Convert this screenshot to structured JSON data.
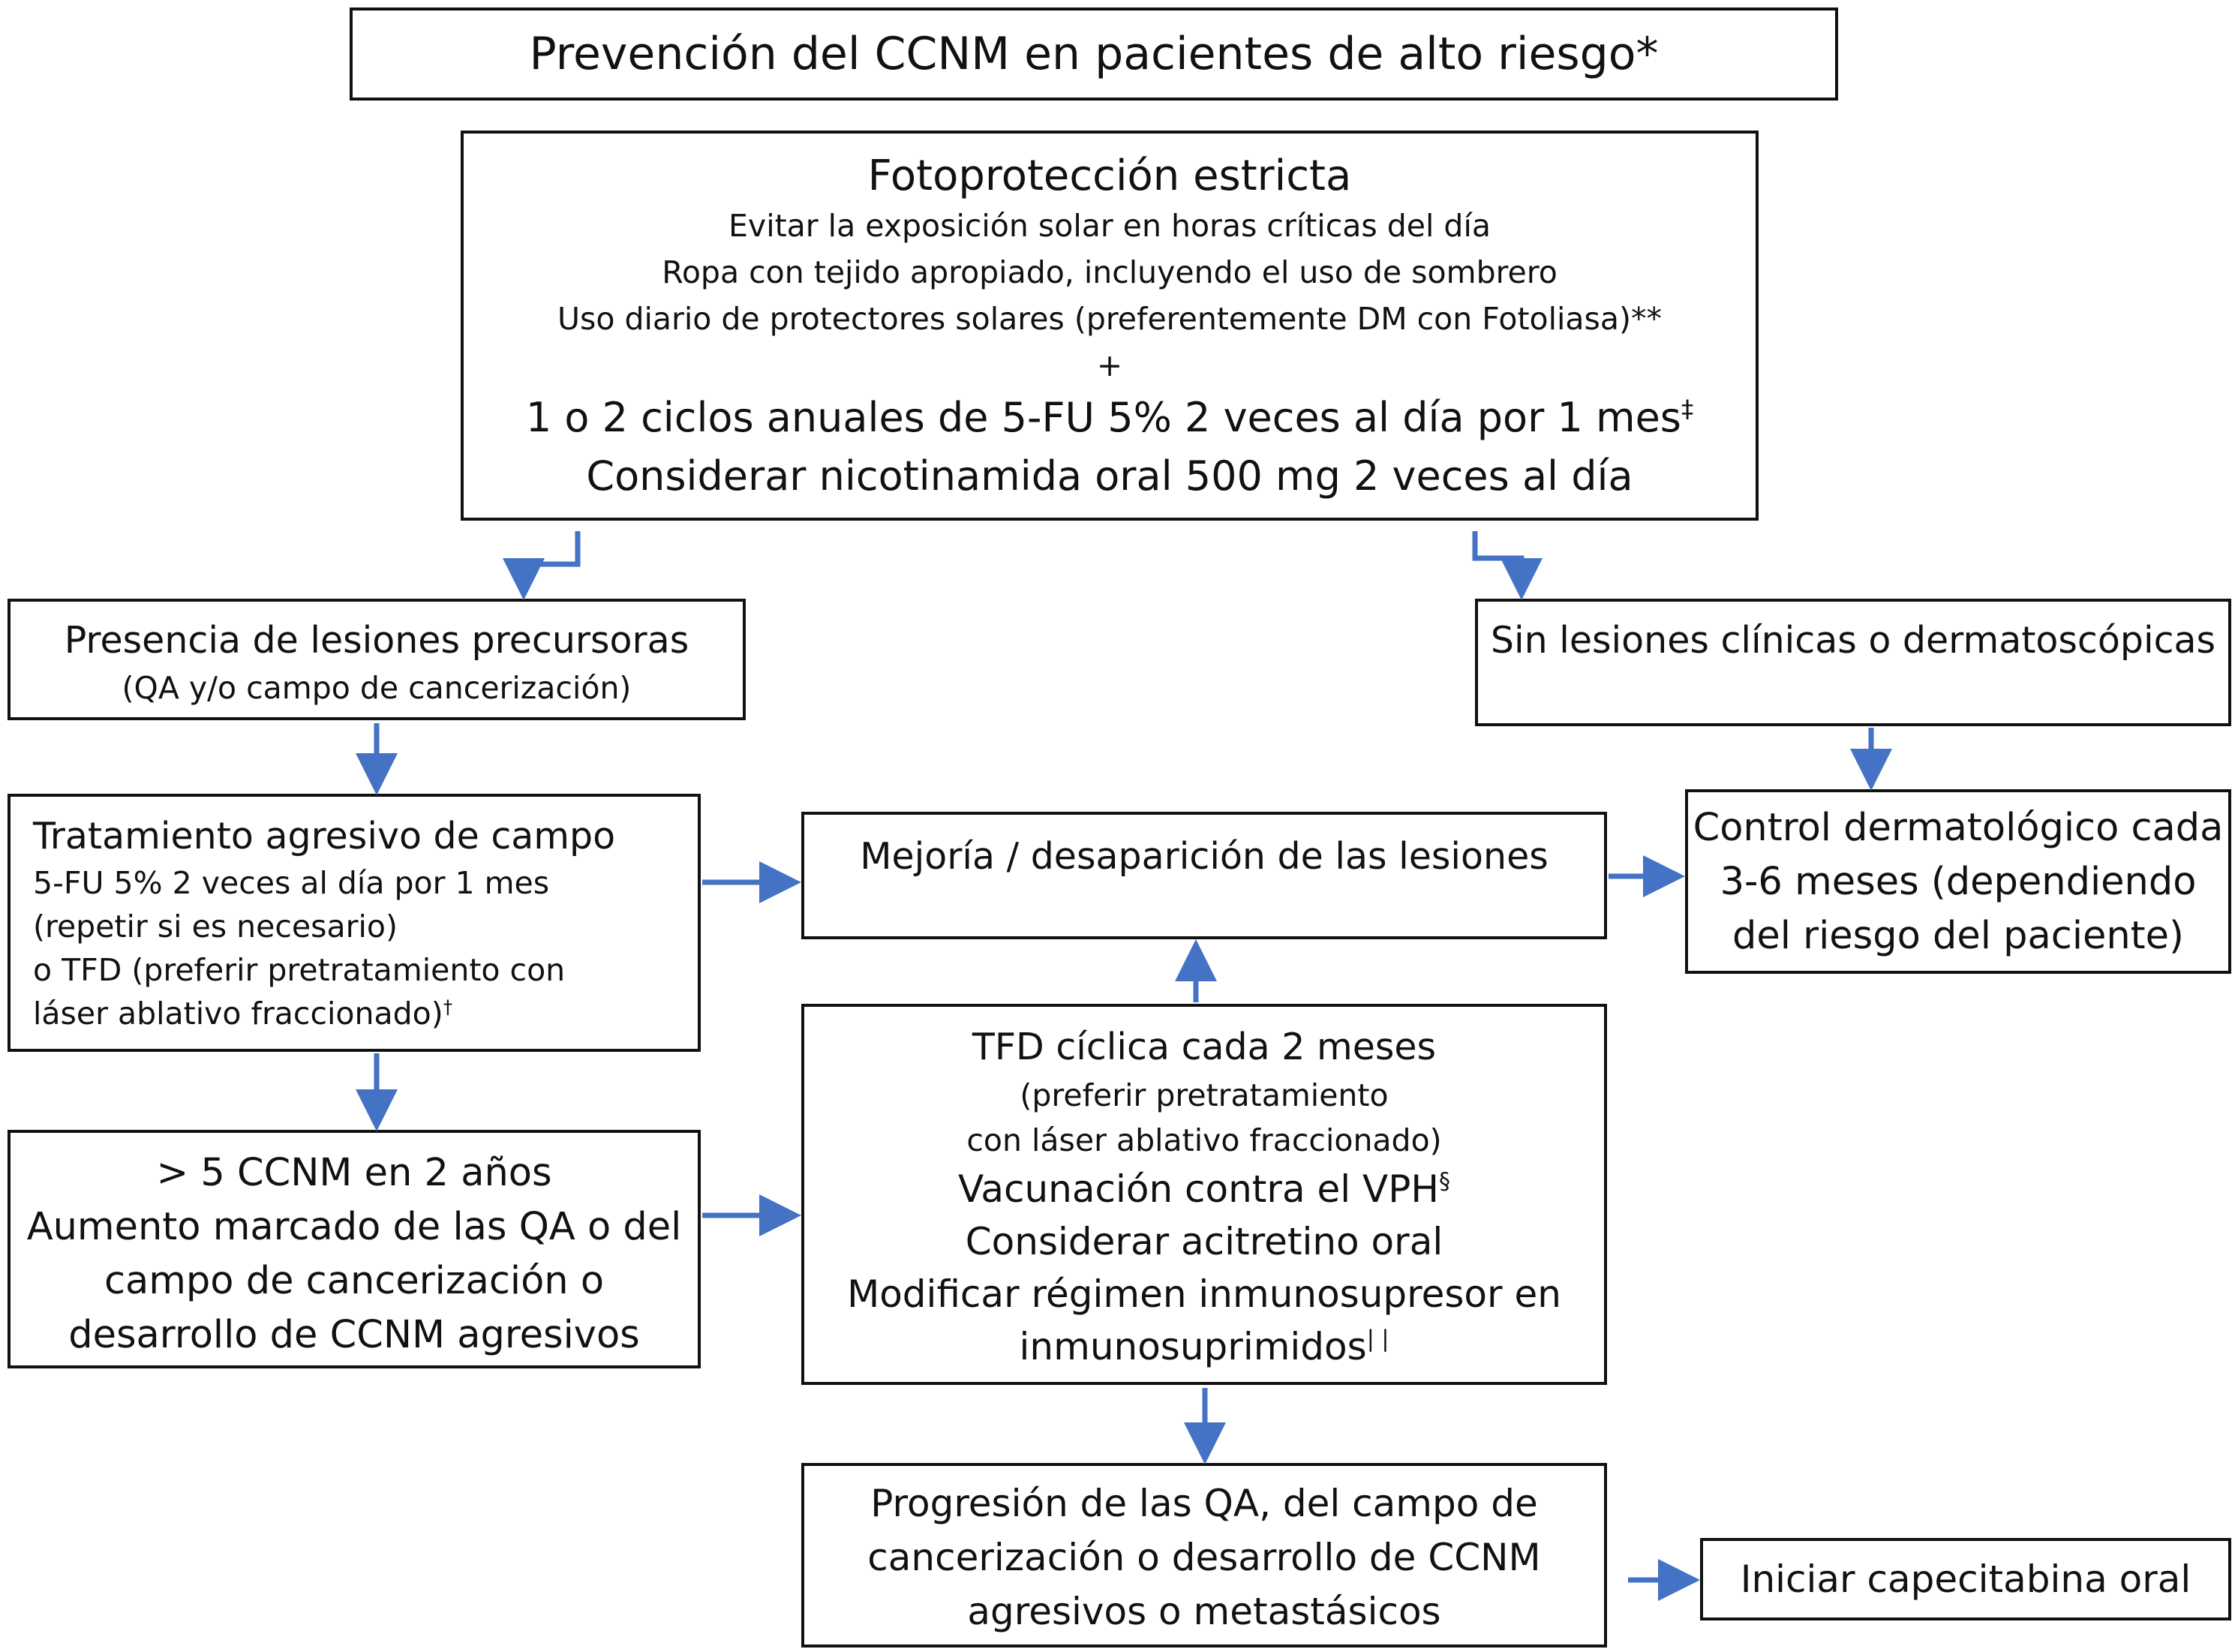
{
  "colors": {
    "arrow": "#4472c4",
    "border": "#111111",
    "text": "#111111"
  },
  "title": "Prevención del CCNM en pacientes de alto riesgo*",
  "photoprotection": {
    "heading": "Fotoprotección estricta",
    "line1": "Evitar la exposición solar en horas críticas del día",
    "line2": "Ropa con tejido apropiado, incluyendo el uso de sombrero",
    "line3": "Uso diario de protectores solares (preferentemente DM con Fotoliasa)**",
    "plus": "+",
    "line4": "1 o 2 ciclos anuales de 5-FU 5% 2 veces al día por 1 mes",
    "line4_mark": "‡",
    "line5": "Considerar nicotinamida oral 500 mg 2 veces al día"
  },
  "precursor": {
    "line1": "Presencia de lesiones precursoras",
    "line2": "(QA y/o campo de cancerización)"
  },
  "no_lesions": {
    "line1": "Sin lesiones clínicas o dermatoscópicas"
  },
  "field_treatment": {
    "line1": "Tratamiento agresivo de campo",
    "line2": "5-FU 5% 2 veces al día por 1 mes",
    "line3": "(repetir si es necesario)",
    "line4": "o TFD (preferir pretratamiento con",
    "line5": "láser ablativo fraccionado)",
    "line5_mark": "†"
  },
  "improvement": {
    "line1": "Mejoría / desaparición de las lesiones"
  },
  "control": {
    "line1": "Control dermatológico cada",
    "line2": "3-6 meses (dependiendo",
    "line3": "del riesgo del paciente)"
  },
  "high_burden": {
    "line1": "> 5 CCNM en 2 años",
    "line2": "Aumento marcado de las QA o del",
    "line3": "campo de cancerización o",
    "line4": "desarrollo de CCNM agresivos"
  },
  "cyclic_tfd": {
    "line1": "TFD cíclica cada 2 meses",
    "line2": "(preferir pretratamiento",
    "line3": "con láser ablativo fraccionado)",
    "line4": "Vacunación contra el VPH",
    "line4_mark": "§",
    "line5": "Considerar acitretino oral",
    "line6": "Modificar régimen inmunosupresor en",
    "line7": "inmunosuprimidos",
    "line7_mark": "| |"
  },
  "progression": {
    "line1": "Progresión de las QA, del campo de",
    "line2": "cancerización o desarrollo de CCNM",
    "line3": "agresivos o metastásicos"
  },
  "capecitabine": {
    "line1": "Iniciar capecitabina oral"
  }
}
